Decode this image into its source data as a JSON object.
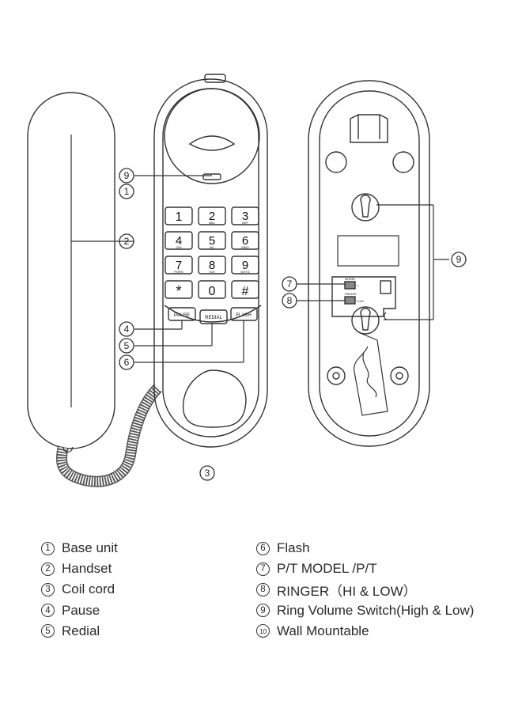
{
  "callouts": {
    "c9a": "9",
    "c1": "1",
    "c2": "2",
    "c4": "4",
    "c5": "5",
    "c6": "6",
    "c3": "3",
    "c7": "7",
    "c8": "8",
    "c9b": "9"
  },
  "keypad": [
    {
      "digit": "1",
      "letters": ""
    },
    {
      "digit": "2",
      "letters": "ABC"
    },
    {
      "digit": "3",
      "letters": "DEF"
    },
    {
      "digit": "4",
      "letters": "GHI"
    },
    {
      "digit": "5",
      "letters": "JKL"
    },
    {
      "digit": "6",
      "letters": "MNO"
    },
    {
      "digit": "7",
      "letters": "PQRS"
    },
    {
      "digit": "8",
      "letters": "TUV"
    },
    {
      "digit": "9",
      "letters": "WXYZ"
    },
    {
      "digit": "*",
      "letters": ""
    },
    {
      "digit": "0",
      "letters": ""
    },
    {
      "digit": "#",
      "letters": ""
    }
  ],
  "function_keys": {
    "pause": "PAUSE",
    "redial": "REDIAL",
    "flash": "FLASH"
  },
  "back_switches": {
    "model_label": "MODEL",
    "model_value": "T",
    "ringer_label": "RINGER",
    "ringer_value": "LOW"
  },
  "legend": {
    "left": [
      {
        "num": "1",
        "label": "Base unit"
      },
      {
        "num": "2",
        "label": "Handset"
      },
      {
        "num": "3",
        "label": "Coil cord"
      },
      {
        "num": "4",
        "label": "Pause"
      },
      {
        "num": "5",
        "label": "Redial"
      }
    ],
    "right": [
      {
        "num": "6",
        "label": "Flash"
      },
      {
        "num": "7",
        "label": "P/T MODEL /P/T"
      },
      {
        "num": "8",
        "label": "RINGER（HI & LOW）"
      },
      {
        "num": "9",
        "label": "Ring Volume Switch(High & Low)"
      },
      {
        "num": "10",
        "label": "Wall Mountable"
      }
    ]
  }
}
